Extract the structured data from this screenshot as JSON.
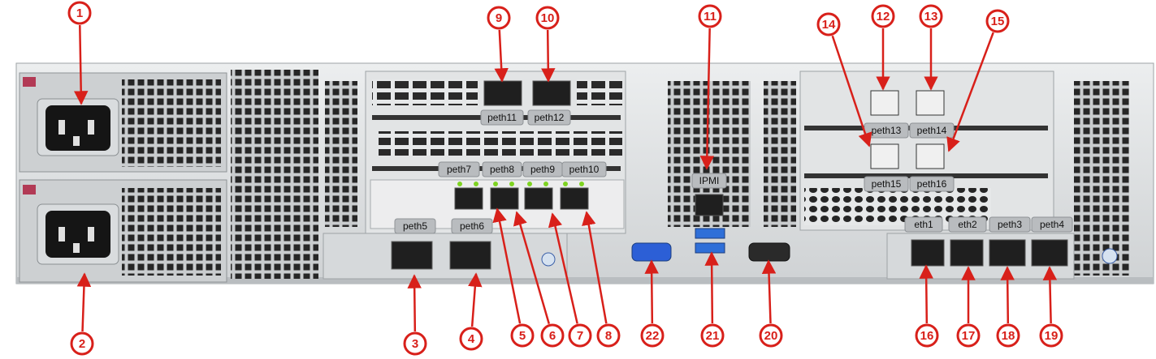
{
  "port_labels": {
    "peth11": "peth11",
    "peth12": "peth12",
    "peth7": "peth7",
    "peth8": "peth8",
    "peth9": "peth9",
    "peth10": "peth10",
    "peth5": "peth5",
    "peth6": "peth6",
    "ipmi": "IPMI",
    "peth13": "peth13",
    "peth14": "peth14",
    "peth15": "peth15",
    "peth16": "peth16",
    "eth1": "eth1",
    "eth2": "eth2",
    "peth3": "peth3",
    "peth4": "peth4"
  },
  "callouts": [
    "1",
    "2",
    "3",
    "4",
    "5",
    "6",
    "7",
    "8",
    "9",
    "10",
    "11",
    "12",
    "13",
    "14",
    "15",
    "16",
    "17",
    "18",
    "19",
    "20",
    "21",
    "22"
  ],
  "colors": {
    "callout": "#d8201a",
    "chassis": "#d9dcde",
    "panel": "#c4c8cb",
    "dark": "#1c1c1c",
    "vga": "#2c5fd6",
    "usb": "#2f6fd8",
    "led": "#7ed321"
  }
}
